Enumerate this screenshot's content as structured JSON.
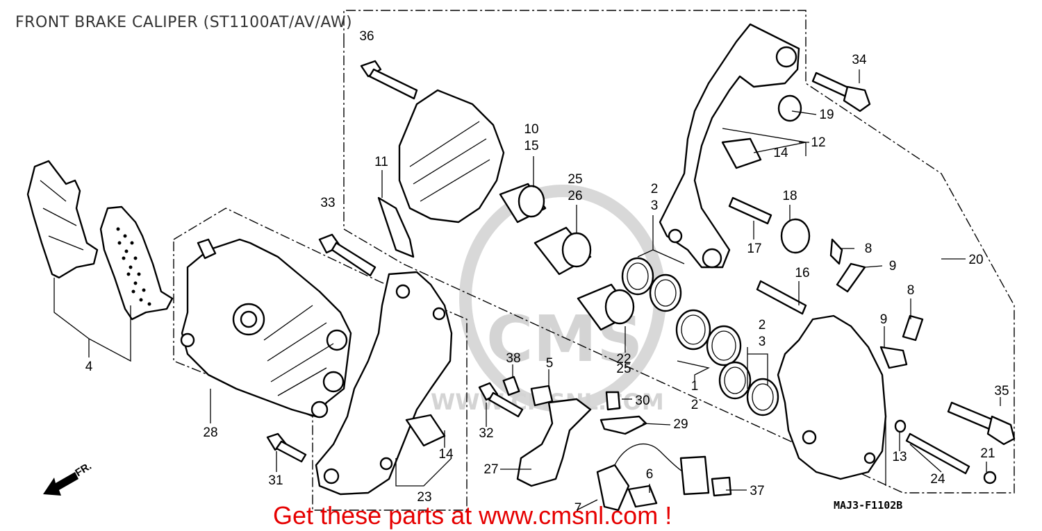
{
  "title": "FRONT BRAKE CALIPER (ST1100AT/AV/AW)",
  "promo": "Get these parts at www.cmsnl.com !",
  "diagram_code": "MAJ3-F1102B",
  "direction_label": "FR.",
  "watermark": "CMS",
  "watermark_url": "WWW.CMSNL.COM",
  "callouts": {
    "c36": "36",
    "c34": "34",
    "c19": "19",
    "c12": "12",
    "c14a": "14",
    "c10": "10",
    "c15": "15",
    "c11": "11",
    "c25a": "25",
    "c26": "26",
    "c23a": "2",
    "c3a": "3",
    "c18": "18",
    "c17": "17",
    "c8a": "8",
    "c9a": "9",
    "c20": "20",
    "c33": "33",
    "c16": "16",
    "c8b": "8",
    "c9b": "9",
    "c4": "4",
    "c22": "22",
    "c25b": "25",
    "c1": "1",
    "c2": "2",
    "c2b": "2",
    "c3b": "3",
    "c38": "38",
    "c5": "5",
    "c35": "35",
    "c28": "28",
    "c32": "32",
    "c30": "30",
    "c29": "29",
    "c13": "13",
    "c14b": "14",
    "c21": "21",
    "c31": "31",
    "c27": "27",
    "c6": "6",
    "c37": "37",
    "c24": "24",
    "c23": "23",
    "c7": "7"
  }
}
